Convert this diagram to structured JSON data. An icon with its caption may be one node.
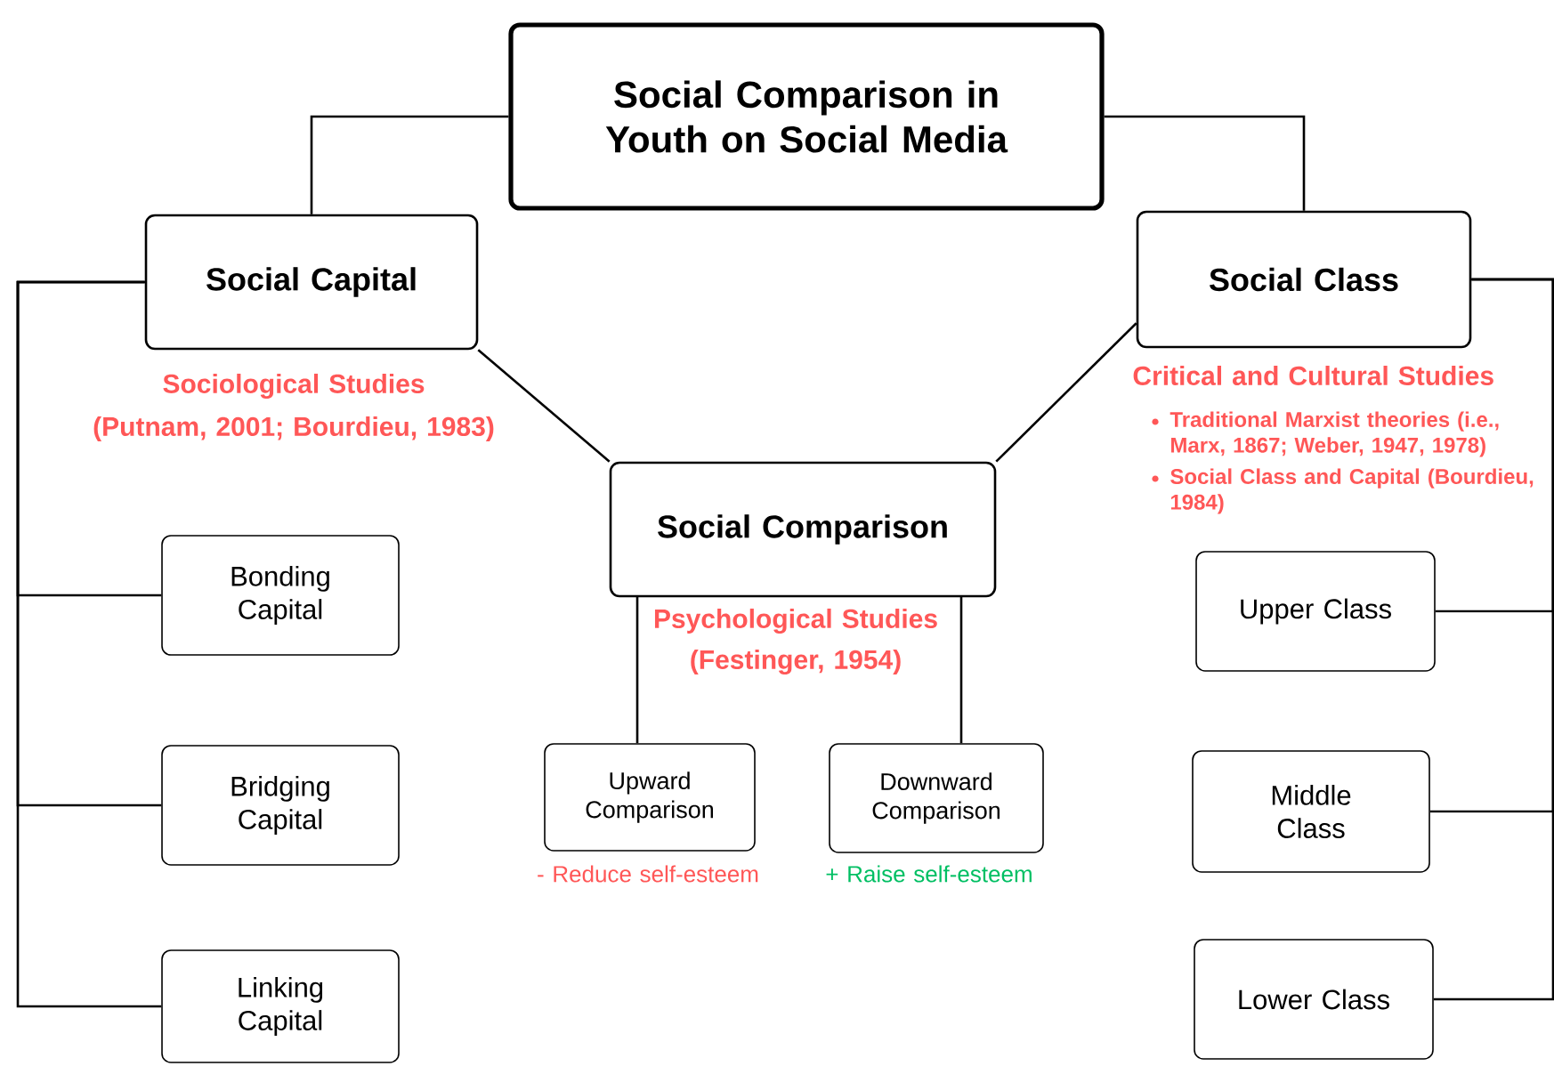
{
  "diagram": {
    "nodes": [
      {
        "text": [
          "Social Comparison in Youth on Social Media"
        ]
      },
      {
        "text": [
          "Social Capital"
        ],
        "beside": [
          "Sociological Studies",
          "(Putnam, 2001; Bourdieu, 1983)"
        ]
      },
      {
        "text": [
          "Social Class"
        ],
        "beside": [
          "Critical and Cultural Studies",
          "Traditional Marxist theories (i.e., Marx, 1867; Weber, 1947, 1978)",
          "Social Class and Capital (Bourdieu, 1984)"
        ]
      },
      {
        "text": [
          "Social Comparison"
        ],
        "beside": [
          "Psychological Studies",
          "(Festinger, 1954)"
        ]
      },
      {
        "text": [
          "Bonding Capital"
        ]
      },
      {
        "text": [
          "Bridging Capital"
        ]
      },
      {
        "text": [
          "Linking Capital"
        ]
      },
      {
        "text": [
          "Upward Comparison"
        ],
        "beside": [
          "- Reduce self-esteem"
        ]
      },
      {
        "text": [
          "Downward Comparison"
        ],
        "beside": [
          "+ Raise self-esteem"
        ]
      },
      {
        "text": [
          "Upper Class"
        ]
      },
      {
        "text": [
          "Middle Class"
        ]
      },
      {
        "text": [
          "Lower Class"
        ]
      }
    ],
    "edges": [
      {
        "from": 0,
        "to": 1,
        "arrow": "none"
      },
      {
        "from": 0,
        "to": 2,
        "arrow": "none"
      },
      {
        "from": 1,
        "to": 3,
        "arrow": "none"
      },
      {
        "from": 2,
        "to": 3,
        "arrow": "none"
      },
      {
        "from": 1,
        "to": 4,
        "arrow": "none"
      },
      {
        "from": 1,
        "to": 5,
        "arrow": "none"
      },
      {
        "from": 1,
        "to": 6,
        "arrow": "none"
      },
      {
        "from": 3,
        "to": 7,
        "arrow": "none"
      },
      {
        "from": 3,
        "to": 8,
        "arrow": "none"
      },
      {
        "from": 2,
        "to": 9,
        "arrow": "none"
      },
      {
        "from": 2,
        "to": 10,
        "arrow": "none"
      },
      {
        "from": 2,
        "to": 11,
        "arrow": "none"
      }
    ]
  }
}
